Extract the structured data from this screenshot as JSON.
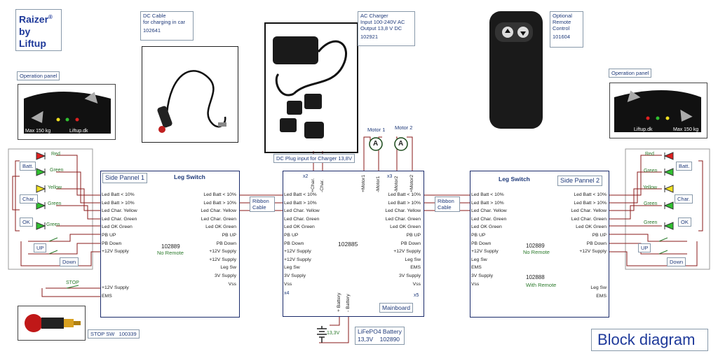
{
  "brand": {
    "line1": "Raizer",
    "reg": "®",
    "line2": "by",
    "line3": "Liftup"
  },
  "dc_cable": {
    "line1": "DC Cable",
    "line2": "for charging in car",
    "code": "102641"
  },
  "ac_charger": {
    "line1": "AC Charger",
    "line2": "Input 100-240V AC",
    "line3": "Output 13,8 V DC",
    "code": "102921"
  },
  "remote": {
    "line1": "Optional",
    "line2": "Remote",
    "line3": "Control",
    "code": "101604"
  },
  "op_panel_left": {
    "label": "Operation panel",
    "text_max": "Max 150 kg",
    "text_brand": "Liftup.dk"
  },
  "op_panel_right": {
    "label": "Operation panel",
    "text_max": "Max 150 kg",
    "text_brand": "Liftup.dk"
  },
  "dc_plug": "DC Plug input for Charger 13,8V",
  "motor1": "Motor 1",
  "motor2": "Motor 2",
  "ammeter": "A",
  "ribbon_left": {
    "line1": "Ribbon",
    "line2": "Cable"
  },
  "ribbon_right": {
    "line1": "Ribbon",
    "line2": "Cable"
  },
  "left_panel": {
    "title": "Side Pannel 1",
    "subtitle": "Leg Switch",
    "code": "102889",
    "variant": "No Remote",
    "left_pins": [
      "Led Batt  < 10%",
      "Led Batt  > 10%",
      "Led Char. Yellow",
      "Led Char. Green",
      "Led OK Green",
      "PB UP",
      "PB Down",
      "+12V Supply"
    ],
    "bottom_pins": [
      "+12V Supply",
      "EMS"
    ],
    "right_pins": [
      "Led Batt  < 10%",
      "Led Batt  > 10%",
      "Led Char. Yellow",
      "Led Char. Green",
      "Led OK Green",
      "PB UP",
      "PB Down",
      "+12V Supply",
      "+12V Supply",
      "Leg Sw",
      "3V Supply",
      "Vss"
    ]
  },
  "mainboard": {
    "code": "102885",
    "label": "Mainboard",
    "x2": "x2",
    "x3": "x3",
    "x4": "x4",
    "x5": "x5",
    "top_pins": [
      "+Char.",
      "-Char.",
      "+Motor1",
      "-Motor1",
      "-Motor2",
      "+Motor2"
    ],
    "left_pins": [
      "Led Batt  < 10%",
      "Led Batt  > 10%",
      "Led Char. Yellow",
      "Led Char. Green",
      "Led OK Green",
      "PB UP",
      "PB Down",
      "+12V Supply",
      "+12V Supply",
      "Leg Sw",
      "3V Supply",
      "Vss"
    ],
    "right_pins": [
      "Led Batt  < 10%",
      "Led Batt  > 10%",
      "Led Char. Yellow",
      "Led Char. Green",
      "Led OK Green",
      "PB UP",
      "PB Down",
      "+12V Supply",
      "Leg Sw",
      "EMS",
      "3V Supply",
      "Vss"
    ],
    "bottom_pins": [
      "+ Battery",
      "- Battery"
    ]
  },
  "right_panel": {
    "title": "Side Pannel 2",
    "subtitle": "Leg Switch",
    "code": "102889",
    "variant": "No Remote",
    "code2": "102888",
    "variant2": "With Remote",
    "left_pins": [
      "Led Batt  < 10%",
      "Led Batt  > 10%",
      "Led Char. Yellow",
      "Led Char. Green",
      "Led OK Green",
      "PB UP",
      "PB Down",
      "+12V Supply",
      "Leg Sw",
      "EMS",
      "3V Supply",
      "Vss"
    ],
    "right_pins": [
      "Led Batt  < 10%",
      "Led Batt  > 10%",
      "Led Char. Yellow",
      "Led Char. Green",
      "Led OK Green",
      "PB UP",
      "PB Down",
      "+12V Supply"
    ],
    "bottom_pins": [
      "Leg Sw",
      "EMS"
    ]
  },
  "left_leds": {
    "red": "Red",
    "green1": "Green",
    "yellow": "Yellow",
    "green2": "Green",
    "green3": "Green",
    "batt": "Batt.",
    "char": "Char.",
    "ok": "OK",
    "up": "UP",
    "down": "Down"
  },
  "right_leds": {
    "red": "Red",
    "green1": "Green",
    "yellow": "Yellow",
    "green2": "Green",
    "green3": "Green",
    "batt": "Batt.",
    "char": "Char.",
    "ok": "OK",
    "up": "UP",
    "down": "Down"
  },
  "stop": {
    "label": "STOP",
    "sw_label": "STOP SW",
    "code": "100339"
  },
  "battery": {
    "voltage": "13,3V",
    "line1": "LiFePO4 Battery",
    "line2": "13,3V",
    "code": "102890"
  },
  "diagram_title": "Block diagram",
  "colors": {
    "navy": "#1a2a6a",
    "wire": "#8a1a1a",
    "red_led": "#e02020",
    "green_led": "#30c030",
    "yellow_led": "#f0e020"
  }
}
